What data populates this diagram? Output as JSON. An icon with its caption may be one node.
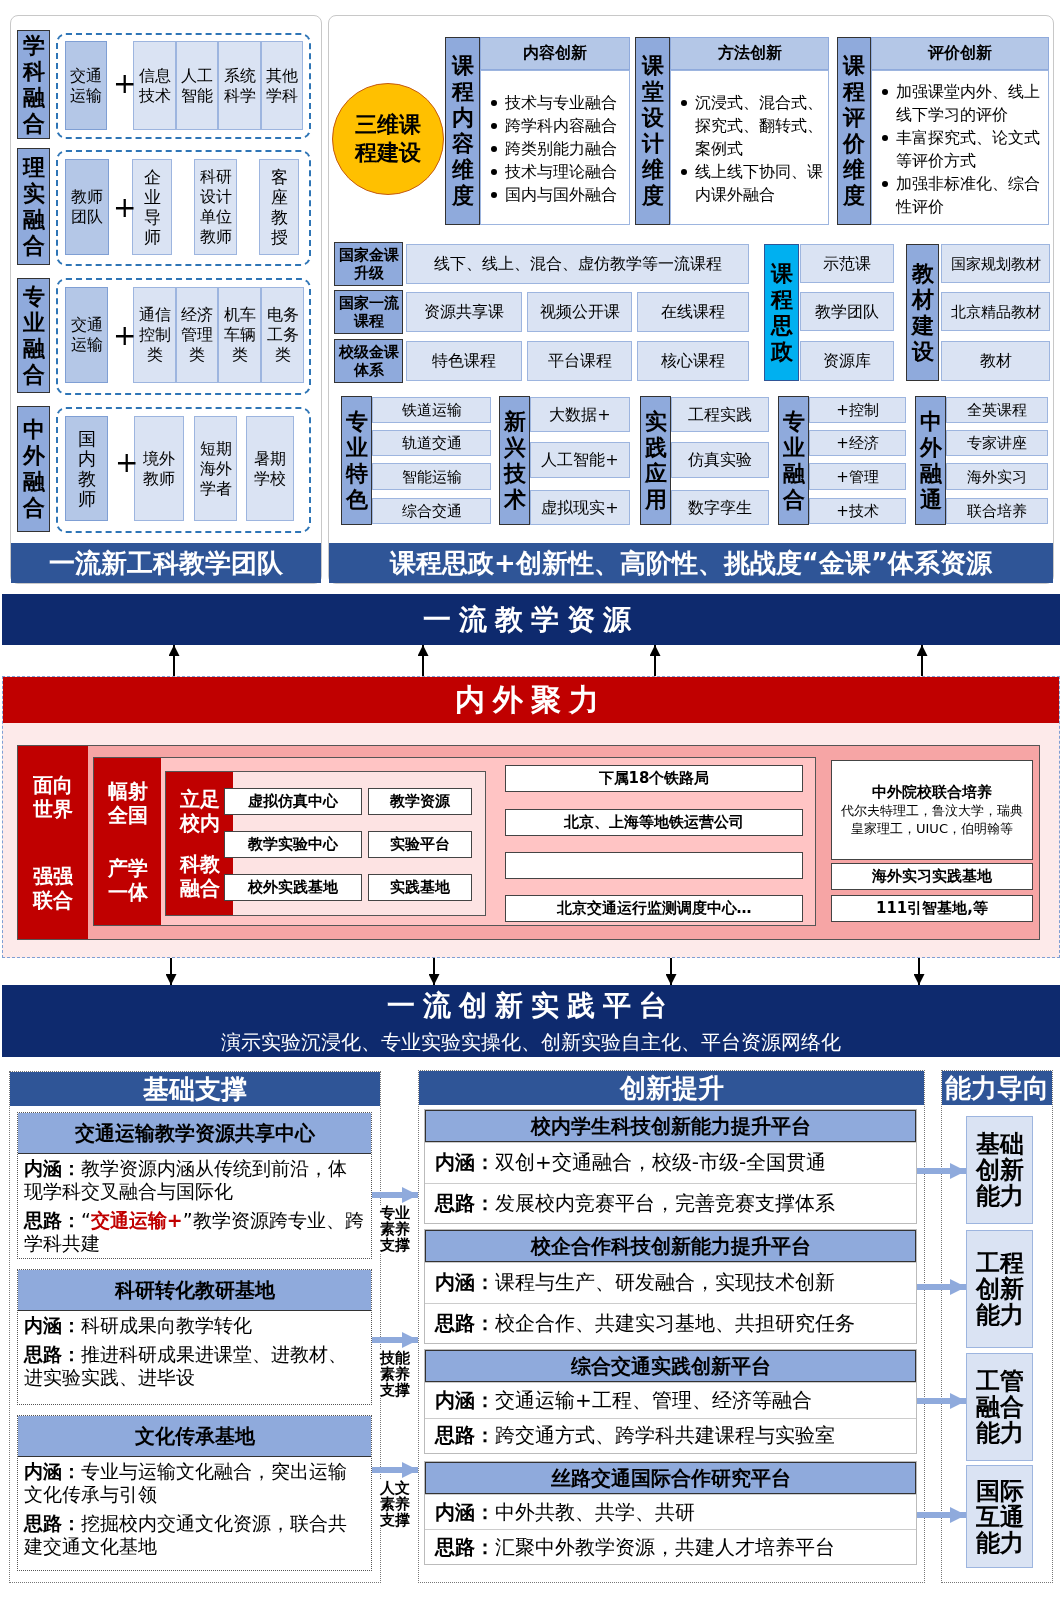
{
  "diagram": {
    "nodes": [
      {
        "text": [
          "一流新工科教学团队"
        ]
      },
      {
        "text": [
          "学科融合"
        ],
        "in": 0
      },
      {
        "text": [],
        "shape": "box",
        "in": 0
      },
      {
        "text": [
          "交通运输"
        ],
        "in": 2
      },
      {
        "text": [
          "信息技术"
        ],
        "in": 2
      },
      {
        "text": [
          "人工智能"
        ],
        "in": 2
      },
      {
        "text": [
          "系统科学"
        ],
        "in": 2
      },
      {
        "text": [
          "其他学科"
        ],
        "in": 2
      },
      {
        "text": [
          "理实融合"
        ],
        "in": 0
      },
      {
        "text": [],
        "shape": "box",
        "in": 0
      },
      {
        "text": [
          "教师团队"
        ],
        "in": 9
      },
      {
        "text": [
          "企业导师"
        ],
        "in": 9
      },
      {
        "text": [
          "科研设计单位教师"
        ],
        "in": 9
      },
      {
        "text": [
          "客座教授"
        ],
        "in": 9
      },
      {
        "text": [
          "专业融合"
        ],
        "in": 0
      },
      {
        "text": [],
        "shape": "box",
        "in": 0
      },
      {
        "text": [
          "交通运输"
        ],
        "in": 15
      },
      {
        "text": [
          "通信控制类"
        ],
        "in": 15
      },
      {
        "text": [
          "经济管理类"
        ],
        "in": 15
      },
      {
        "text": [
          "机车车辆类"
        ],
        "in": 15
      },
      {
        "text": [
          "电务工务类"
        ],
        "in": 15
      },
      {
        "text": [
          "中外融合"
        ],
        "in": 0
      },
      {
        "text": [],
        "shape": "box",
        "in": 0
      },
      {
        "text": [
          "国内教师"
        ],
        "in": 22
      },
      {
        "text": [
          "境外教师"
        ],
        "in": 22
      },
      {
        "text": [
          "短期海外学者"
        ],
        "in": 22
      },
      {
        "text": [
          "暑期学校"
        ],
        "in": 22
      },
      {
        "text": [
          "课程思政+创新性、高阶性、挑战度“金课”体系资源"
        ]
      },
      {
        "text": [
          "三维课程建设"
        ],
        "in": 27
      },
      {
        "text": [
          "课程内容维度"
        ],
        "in": 27
      },
      {
        "text": [
          "内容创新"
        ],
        "in": 27
      },
      {
        "text": [
          "技术与专业融合",
          "跨学科内容融合",
          "跨类别能力融合",
          "技术与理论融合",
          "国内与国外融合"
        ],
        "in": 27
      },
      {
        "text": [
          "课堂设计维度"
        ],
        "in": 27
      },
      {
        "text": [
          "方法创新"
        ],
        "in": 27
      },
      {
        "text": [
          "沉浸式、混合式、探究式、翻转式、案例式",
          "线上线下协同、课内课外融合"
        ],
        "in": 27
      },
      {
        "text": [
          "课程评价维度"
        ],
        "in": 27
      },
      {
        "text": [
          "评价创新"
        ],
        "in": 27
      },
      {
        "text": [
          "加强课堂内外、线上线下学习的评价",
          "丰富探究式、论文式等评价方式",
          "加强非标准化、综合性评价"
        ],
        "in": 27
      },
      {
        "text": [
          "国家金课升级"
        ],
        "in": 27
      },
      {
        "text": [
          "线下、线上、混合、虚仿教学等一流课程"
        ],
        "in": 27
      },
      {
        "text": [
          "国家一流课程"
        ],
        "in": 27
      },
      {
        "text": [
          "资源共享课"
        ],
        "in": 27
      },
      {
        "text": [
          "视频公开课"
        ],
        "in": 27
      },
      {
        "text": [
          "在线课程"
        ],
        "in": 27
      },
      {
        "text": [
          "校级金课体系"
        ],
        "in": 27
      },
      {
        "text": [
          "特色课程"
        ],
        "in": 27
      },
      {
        "text": [
          "平台课程"
        ],
        "in": 27
      },
      {
        "text": [
          "核心课程"
        ],
        "in": 27
      },
      {
        "text": [
          "课程思政"
        ],
        "in": 27
      },
      {
        "text": [
          "示范课"
        ],
        "in": 27
      },
      {
        "text": [
          "教学团队"
        ],
        "in": 27
      },
      {
        "text": [
          "资源库"
        ],
        "in": 27
      },
      {
        "text": [
          "教材建设"
        ],
        "in": 27
      },
      {
        "text": [
          "国家规划教材"
        ],
        "in": 27
      },
      {
        "text": [
          "北京精品教材"
        ],
        "in": 27
      },
      {
        "text": [
          "教材"
        ],
        "in": 27
      },
      {
        "text": [
          "专业特色"
        ],
        "in": 27
      },
      {
        "text": [
          "铁道运输"
        ],
        "in": 27
      },
      {
        "text": [
          "轨道交通"
        ],
        "in": 27
      },
      {
        "text": [
          "智能运输"
        ],
        "in": 27
      },
      {
        "text": [
          "综合交通"
        ],
        "in": 27
      },
      {
        "text": [
          "新兴技术"
        ],
        "in": 27
      },
      {
        "text": [
          "大数据+"
        ],
        "in": 27
      },
      {
        "text": [
          "人工智能+"
        ],
        "in": 27
      },
      {
        "text": [
          "虚拟现实+"
        ],
        "in": 27
      },
      {
        "text": [
          "实践应用"
        ],
        "in": 27
      },
      {
        "text": [
          "工程实践"
        ],
        "in": 27
      },
      {
        "text": [
          "仿真实验"
        ],
        "in": 27
      },
      {
        "text": [
          "数字孪生"
        ],
        "in": 27
      },
      {
        "text": [
          "专业融合"
        ],
        "in": 27
      },
      {
        "text": [
          "+控制"
        ],
        "in": 27
      },
      {
        "text": [
          "+经济"
        ],
        "in": 27
      },
      {
        "text": [
          "+管理"
        ],
        "in": 27
      },
      {
        "text": [
          "+技术"
        ],
        "in": 27
      },
      {
        "text": [
          "中外融通"
        ],
        "in": 27
      },
      {
        "text": [
          "全英课程"
        ],
        "in": 27
      },
      {
        "text": [
          "专家讲座"
        ],
        "in": 27
      },
      {
        "text": [
          "海外实习"
        ],
        "in": 27
      },
      {
        "text": [
          "联合培养"
        ],
        "in": 27
      },
      {
        "text": [
          "一流教学资源"
        ]
      },
      {
        "text": [
          "内外聚力"
        ]
      },
      {
        "text": [
          "面向世界",
          "强强联合"
        ],
        "in": 80
      },
      {
        "text": [
          "幅射全国",
          "产学一体"
        ],
        "in": 81
      },
      {
        "text": [
          "立足校内",
          "科教融合"
        ],
        "in": 82
      },
      {
        "text": [
          "虚拟仿真中心"
        ],
        "in": 83
      },
      {
        "text": [
          "教学资源"
        ],
        "in": 83
      },
      {
        "text": [
          "教学实验中心"
        ],
        "in": 83
      },
      {
        "text": [
          "实验平台"
        ],
        "in": 83
      },
      {
        "text": [
          "校外实践基地"
        ],
        "in": 83
      },
      {
        "text": [
          "实践基地"
        ],
        "in": 83
      },
      {
        "text": [
          "下属18个铁路局"
        ],
        "in": 82
      },
      {
        "text": [
          "北京、上海等地铁运营公司"
        ],
        "in": 82
      },
      {
        "text": [],
        "shape": "box",
        "in": 82
      },
      {
        "text": [
          "北京交通运行监测调度中心…"
        ],
        "in": 82
      },
      {
        "text": [
          "中外院校联合培养",
          "代尔夫特理工，鲁汶大学，瑞典皇家理工，UIUC，伯明翰等"
        ],
        "in": 81
      },
      {
        "text": [
          "海外实习实践基地"
        ],
        "in": 81
      },
      {
        "text": [
          "111引智基地,等"
        ],
        "in": 81
      },
      {
        "text": [
          "一流创新实践平台",
          "演示实验沉浸化、专业实验实操化、创新实验自主化、平台资源网络化"
        ]
      },
      {
        "text": [
          "基础支撑"
        ]
      },
      {
        "text": [
          "交通运输教学资源共享中心",
          "**内涵：**教学资源内涵从传统到前沿，体现学科交叉融合与国际化",
          "**思路：**“*交通运输+*”教学资源跨专业、跨学科共建"
        ],
        "in": 98
      },
      {
        "text": [
          "科研转化教研基地",
          "**内涵：**科研成果向教学转化",
          "**思路：**推进科研成果进课堂、进教材、进实验实践、进毕设"
        ],
        "in": 98
      },
      {
        "text": [
          "文化传承基地",
          "**内涵：**专业与运输文化融合，突出运输文化传承与引领",
          "**思路：**挖掘校内交通文化资源，联合共建交通文化基地"
        ],
        "in": 98
      },
      {
        "text": [
          "创新提升"
        ]
      },
      {
        "text": [
          "校内学生科技创新能力提升平台",
          "**内涵：**双创+交通融合，校级-市级-全国贯通",
          "**思路：**发展校内竞赛平台，完善竞赛支撑体系"
        ],
        "in": 102
      },
      {
        "text": [
          "校企合作科技创新能力提升平台",
          "**内涵：**课程与生产、研发融合，实现技术创新",
          "**思路：**校企合作、共建实习基地、共担研究任务"
        ],
        "in": 102
      },
      {
        "text": [
          "综合交通实践创新平台",
          "**内涵：**交通运输+工程、管理、经济等融合",
          "**思路：**跨交通方式、跨学科共建课程与实验室"
        ],
        "in": 102
      },
      {
        "text": [
          "丝路交通国际合作研究平台",
          "**内涵：**中外共教、共学、共研",
          "**思路：**汇聚中外教学资源，共建人才培养平台"
        ],
        "in": 102
      },
      {
        "text": [
          "能力导向"
        ]
      },
      {
        "text": [
          "基础创新能力"
        ],
        "in": 107
      },
      {
        "text": [
          "工程创新能力"
        ],
        "in": 107
      },
      {
        "text": [
          "工管融合能力"
        ],
        "in": 107
      },
      {
        "text": [
          "国际互通能力"
        ],
        "in": 107
      }
    ],
    "edges": [
      {
        "from": 80,
        "to": 79,
        "arrow": "to"
      },
      {
        "from": 80,
        "to": 79,
        "arrow": "to"
      },
      {
        "from": 80,
        "to": 79,
        "arrow": "to"
      },
      {
        "from": 80,
        "to": 79,
        "arrow": "to"
      },
      {
        "from": 80,
        "to": 97,
        "arrow": "to"
      },
      {
        "from": 80,
        "to": 97,
        "arrow": "to"
      },
      {
        "from": 80,
        "to": 97,
        "arrow": "to"
      },
      {
        "from": 80,
        "to": 97,
        "arrow": "to"
      },
      {
        "from": 99,
        "to": 102,
        "arrow": "to",
        "label": "专业素养支撑",
        "style": "thick",
        "color": "#8faadc"
      },
      {
        "from": 100,
        "to": 102,
        "arrow": "to",
        "label": "技能素养支撑",
        "style": "thick",
        "color": "#8faadc"
      },
      {
        "from": 101,
        "to": 102,
        "arrow": "to",
        "label": "人文素养支撑",
        "style": "thick",
        "color": "#8faadc"
      },
      {
        "from": 103,
        "to": 108,
        "arrow": "to",
        "style": "thick",
        "color": "#8faadc"
      },
      {
        "from": 104,
        "to": 109,
        "arrow": "to",
        "style": "thick",
        "color": "#8faadc"
      },
      {
        "from": 105,
        "to": 110,
        "arrow": "to",
        "style": "thick",
        "color": "#8faadc"
      },
      {
        "from": 106,
        "to": 111,
        "arrow": "to",
        "style": "thick",
        "color": "#8faadc"
      }
    ],
    "labels": [
      "+",
      "+",
      "+",
      "+"
    ]
  }
}
